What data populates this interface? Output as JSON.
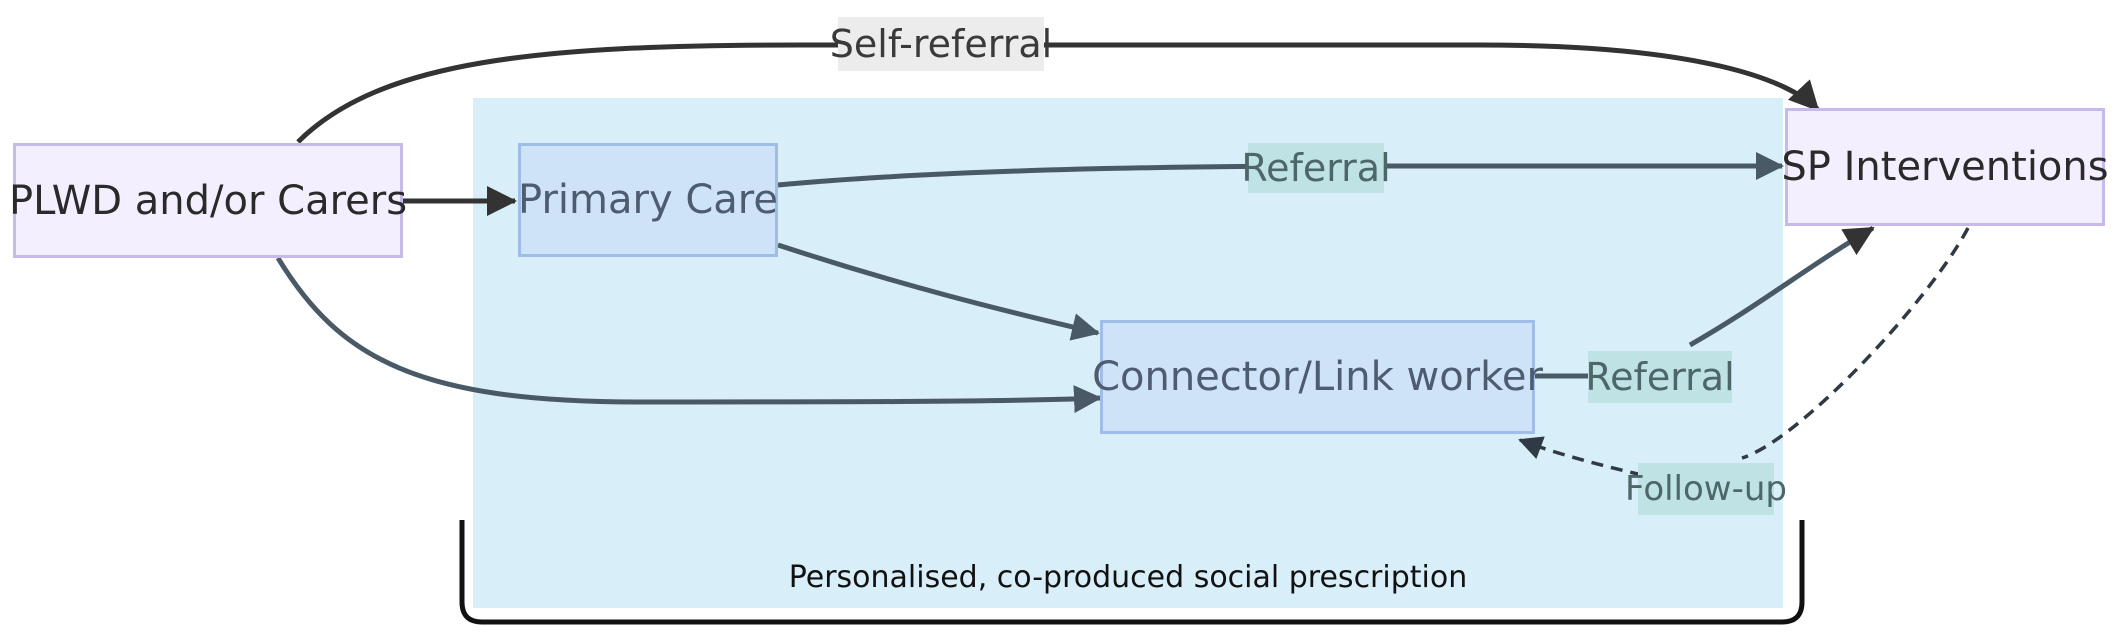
{
  "nodes": {
    "plwd": "PLWD and/or Carers",
    "primary_care": "Primary Care",
    "connector": "Connector/Link worker",
    "sp_interventions": "SP Interventions"
  },
  "edges": {
    "self_referral": "Self-referral",
    "referral_primary": "Referral",
    "referral_connector": "Referral",
    "follow_up": "Follow-up"
  },
  "region": {
    "caption": "Personalised, co-produced social prescription"
  },
  "colors": {
    "region_fill": "#d8eef9",
    "outer_node_fill": "#f3efff",
    "inner_node_fill": "#cfe3f8",
    "arrow": "#333333",
    "inner_arrow": "#4a5966"
  }
}
